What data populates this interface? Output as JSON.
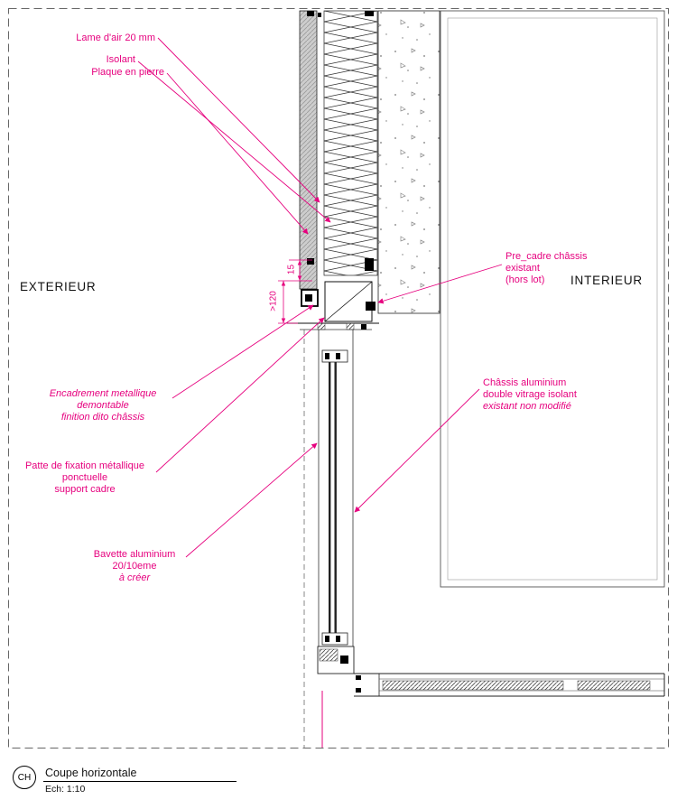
{
  "colors": {
    "annotation": "#e6007e",
    "linework": "#1a1a1a",
    "stone_fill": "#cdcdcd"
  },
  "zones": {
    "exterior": "EXTERIEUR",
    "interior": "INTERIEUR"
  },
  "annotations": {
    "lame_air": "Lame d'air 20 mm",
    "isolant": "Isolant",
    "plaque_pierre": "Plaque en pierre",
    "pre_cadre": [
      "Pre_cadre châssis",
      "existant",
      "(hors lot)"
    ],
    "encadrement": [
      "Encadrement metallique",
      "demontable",
      "finition dito châssis"
    ],
    "patte_fixation": [
      "Patte de fixation métallique",
      "ponctuelle",
      "support cadre"
    ],
    "bavette": [
      "Bavette aluminium",
      "20/10eme",
      "à créer"
    ],
    "chassis": [
      "Châssis aluminium",
      "double vitrage isolant",
      "existant non modifié"
    ],
    "dims": {
      "gap": "15",
      "frame": ">120"
    }
  },
  "title_block": {
    "tag": "CH",
    "title": "Coupe horizontale",
    "scale": "Ech: 1:10"
  }
}
